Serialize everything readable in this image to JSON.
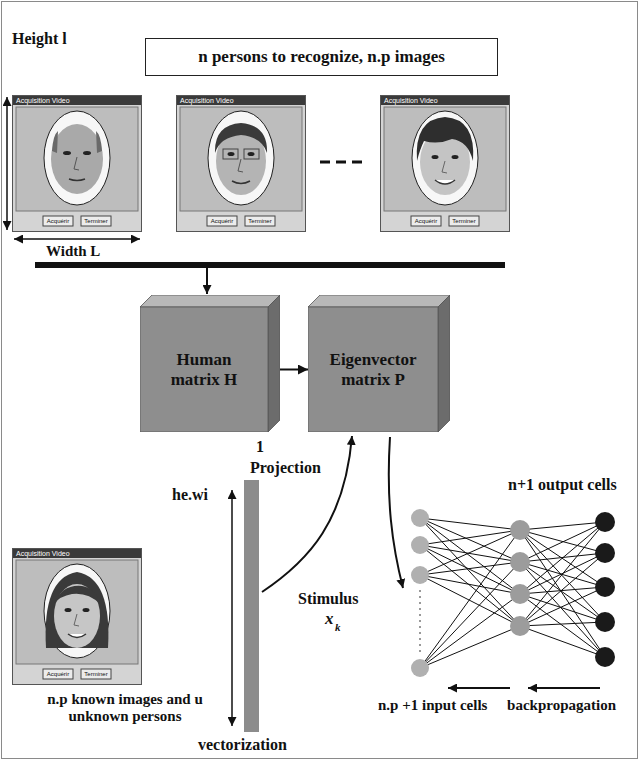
{
  "diagram": {
    "nodes": [
      {
        "text": [
          "n persons to recognize, n.p images"
        ]
      },
      {
        "text": [
          "Human matrix H"
        ]
      },
      {
        "text": [
          "Eigenvector matrix P"
        ]
      }
    ],
    "edges": [
      {
        "from": 1,
        "to": 2,
        "arrow": "to"
      }
    ],
    "labels": [
      "Height l",
      "Width L",
      "Acquisition Video",
      "Acquérir",
      "Terminer",
      "Acquisition Video",
      "Acquérir",
      "Terminer",
      "Acquisition Video",
      "Acquérir",
      "Terminer",
      "Acquisition Video",
      "Acquérir",
      "Terminer",
      "1",
      "he.wi",
      "Projection",
      "Stimulus",
      "x",
      "k",
      "n+1 output cells",
      "n.p +1 input cells",
      "backpropagation",
      "n.p known images and u unknown persons",
      "vectorization"
    ]
  }
}
